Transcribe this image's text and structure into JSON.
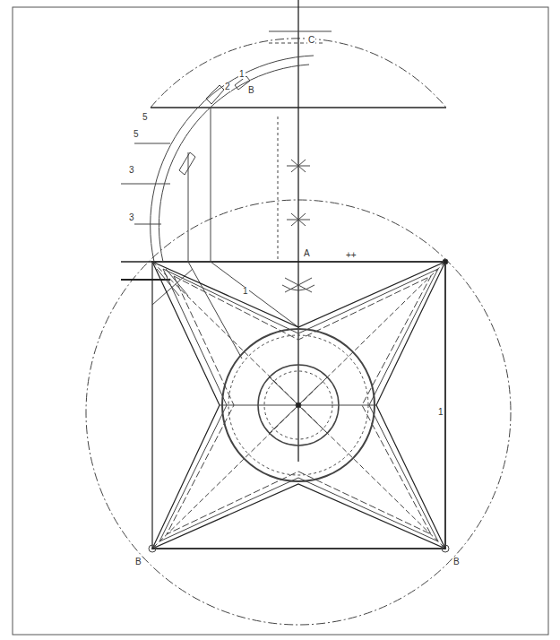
{
  "diagram": {
    "labels": [
      "2",
      "1",
      "B",
      "C",
      "5",
      "5",
      "3",
      "3",
      "A",
      "++",
      "1",
      "1",
      "B",
      "B"
    ]
  }
}
